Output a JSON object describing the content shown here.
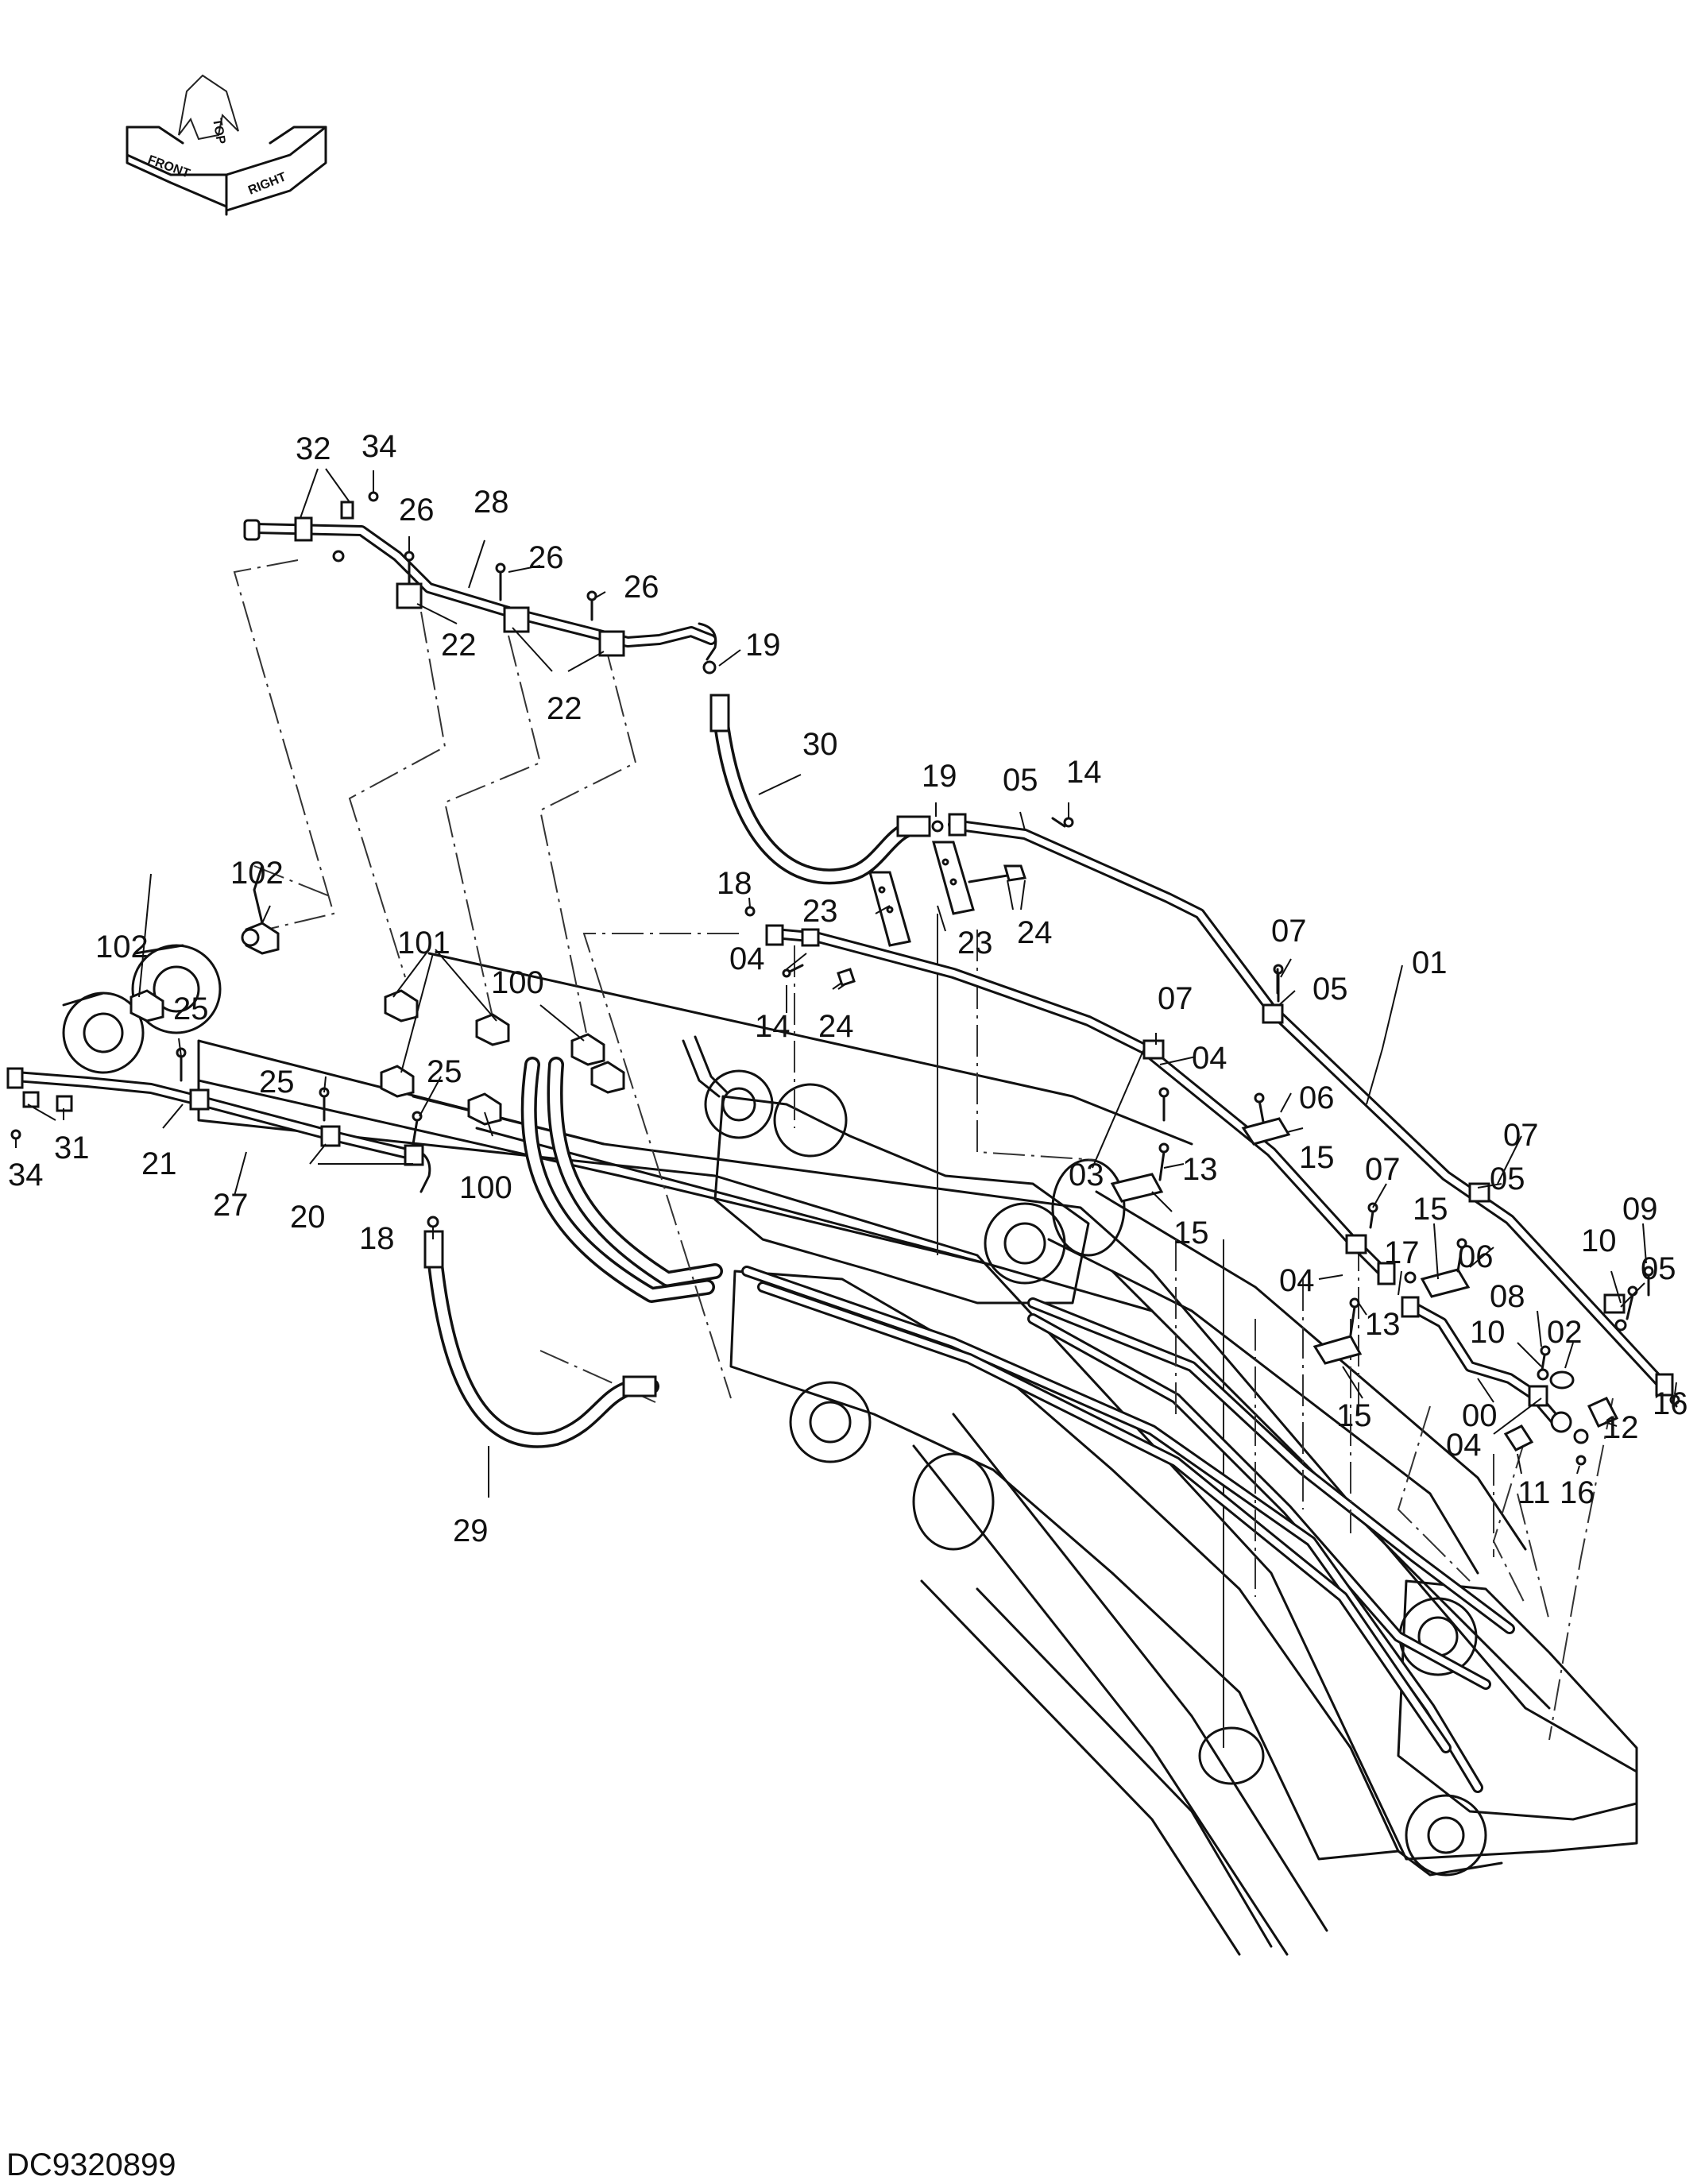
{
  "drawing_code": "DC9320899",
  "orientation": {
    "front": "FRONT",
    "top": "TOP",
    "right": "RIGHT"
  },
  "part_labels": [
    {
      "id": "32",
      "text": "32"
    },
    {
      "id": "34-top",
      "text": "34"
    },
    {
      "id": "26-a",
      "text": "26"
    },
    {
      "id": "28",
      "text": "28"
    },
    {
      "id": "26-b",
      "text": "26"
    },
    {
      "id": "26-c",
      "text": "26"
    },
    {
      "id": "22-a",
      "text": "22"
    },
    {
      "id": "22-b",
      "text": "22"
    },
    {
      "id": "19-a",
      "text": "19"
    },
    {
      "id": "30",
      "text": "30"
    },
    {
      "id": "19-b",
      "text": "19"
    },
    {
      "id": "05-a",
      "text": "05"
    },
    {
      "id": "14-a",
      "text": "14"
    },
    {
      "id": "102-a",
      "text": "102"
    },
    {
      "id": "18-a",
      "text": "18"
    },
    {
      "id": "23-a",
      "text": "23"
    },
    {
      "id": "23-b",
      "text": "23"
    },
    {
      "id": "24-a",
      "text": "24"
    },
    {
      "id": "04-a",
      "text": "04"
    },
    {
      "id": "14-b",
      "text": "14"
    },
    {
      "id": "24-b",
      "text": "24"
    },
    {
      "id": "07-a",
      "text": "07"
    },
    {
      "id": "05-b",
      "text": "05"
    },
    {
      "id": "01",
      "text": "01"
    },
    {
      "id": "102-b",
      "text": "102"
    },
    {
      "id": "101",
      "text": "101"
    },
    {
      "id": "100-a",
      "text": "100"
    },
    {
      "id": "25-a",
      "text": "25"
    },
    {
      "id": "07-b",
      "text": "07"
    },
    {
      "id": "04-b",
      "text": "04"
    },
    {
      "id": "06-a",
      "text": "06"
    },
    {
      "id": "25-b",
      "text": "25"
    },
    {
      "id": "25-c",
      "text": "25"
    },
    {
      "id": "34-left",
      "text": "34"
    },
    {
      "id": "31",
      "text": "31"
    },
    {
      "id": "21",
      "text": "21"
    },
    {
      "id": "15-a",
      "text": "15"
    },
    {
      "id": "07-c",
      "text": "07"
    },
    {
      "id": "100-b",
      "text": "100"
    },
    {
      "id": "03",
      "text": "03"
    },
    {
      "id": "13-a",
      "text": "13"
    },
    {
      "id": "07-d",
      "text": "07"
    },
    {
      "id": "05-c",
      "text": "05"
    },
    {
      "id": "27",
      "text": "27"
    },
    {
      "id": "20",
      "text": "20"
    },
    {
      "id": "15-b",
      "text": "15"
    },
    {
      "id": "15-c",
      "text": "15"
    },
    {
      "id": "09",
      "text": "09"
    },
    {
      "id": "18-b",
      "text": "18"
    },
    {
      "id": "17",
      "text": "17"
    },
    {
      "id": "06-b",
      "text": "06"
    },
    {
      "id": "10-a",
      "text": "10"
    },
    {
      "id": "05-d",
      "text": "05"
    },
    {
      "id": "04-c",
      "text": "04"
    },
    {
      "id": "08",
      "text": "08"
    },
    {
      "id": "13-b",
      "text": "13"
    },
    {
      "id": "10-b",
      "text": "10"
    },
    {
      "id": "02",
      "text": "02"
    },
    {
      "id": "16-a",
      "text": "16"
    },
    {
      "id": "15-d",
      "text": "15"
    },
    {
      "id": "00",
      "text": "00"
    },
    {
      "id": "12",
      "text": "12"
    },
    {
      "id": "04-d",
      "text": "04"
    },
    {
      "id": "11",
      "text": "11"
    },
    {
      "id": "16-b",
      "text": "16"
    },
    {
      "id": "29",
      "text": "29"
    }
  ]
}
